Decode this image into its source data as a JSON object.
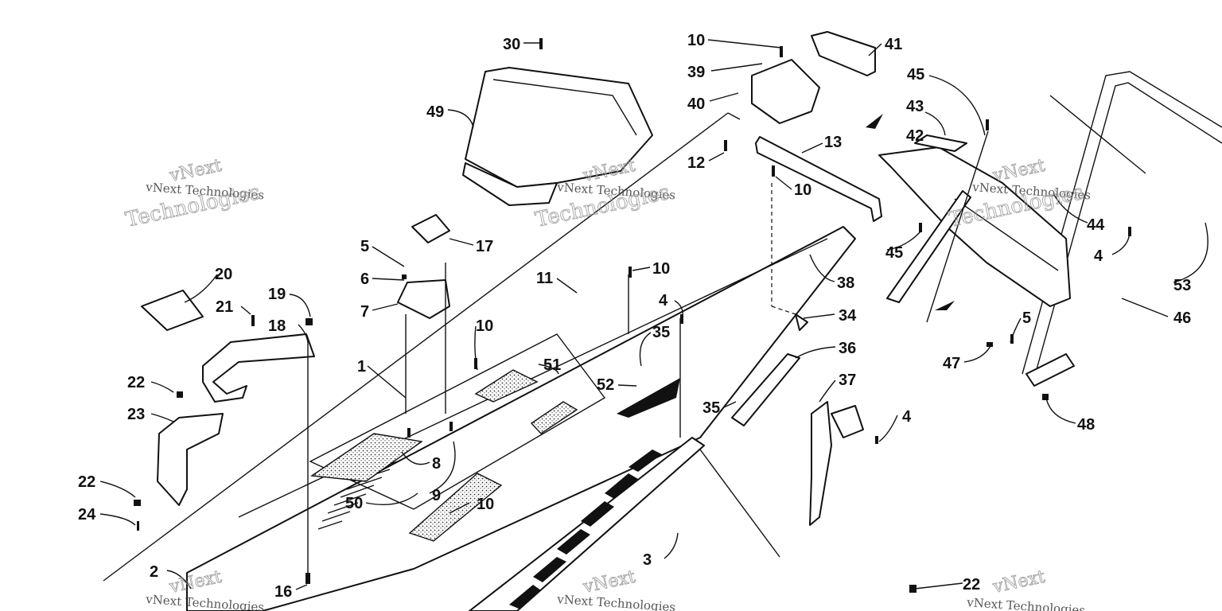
{
  "watermark": {
    "line1": "vNext",
    "line2": "vNext Technologies",
    "line3": "Technologies"
  },
  "callouts": {
    "c1": "1",
    "c2": "2",
    "c3": "3",
    "c4a": "4",
    "c4b": "4",
    "c4c": "4",
    "c5a": "5",
    "c5b": "5",
    "c6": "6",
    "c7": "7",
    "c8": "8",
    "c9": "9",
    "c10a": "10",
    "c10b": "10",
    "c10c": "10",
    "c10d": "10",
    "c10e": "10",
    "c11": "11",
    "c12": "12",
    "c13": "13",
    "c16": "16",
    "c17": "17",
    "c18": "18",
    "c19": "19",
    "c20": "20",
    "c21": "21",
    "c22a": "22",
    "c22b": "22",
    "c22c": "22",
    "c23": "23",
    "c24": "24",
    "c30": "30",
    "c34": "34",
    "c35a": "35",
    "c35b": "35",
    "c36": "36",
    "c37": "37",
    "c38": "38",
    "c39": "39",
    "c40": "40",
    "c41": "41",
    "c42": "42",
    "c43": "43",
    "c44": "44",
    "c45a": "45",
    "c45b": "45",
    "c46": "46",
    "c47": "47",
    "c48": "48",
    "c49": "49",
    "c50": "50",
    "c51": "51",
    "c52": "52",
    "c53": "53"
  }
}
